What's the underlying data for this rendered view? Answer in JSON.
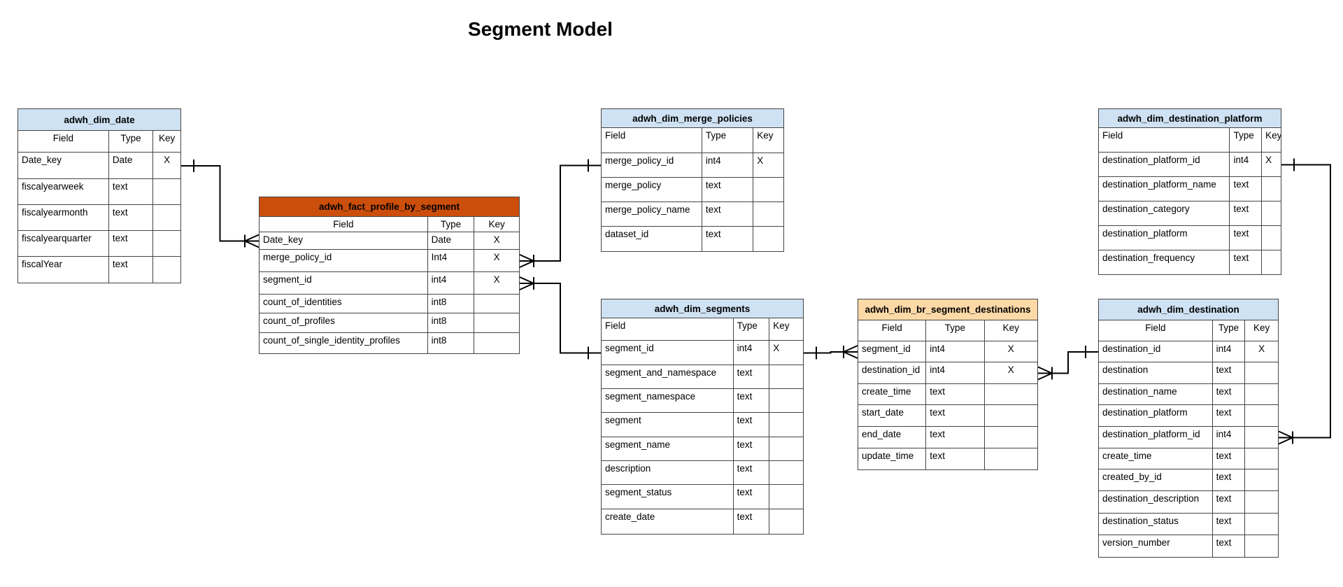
{
  "diagram": {
    "title": "Segment Model",
    "colors": {
      "dim_header": "#cfe2f3",
      "fact_header": "#cc4e0b",
      "bridge_header": "#fdd9a8",
      "border": "#444444",
      "line": "#000000"
    },
    "tables": [
      {
        "name": "adwh_dim_date",
        "style": "dim",
        "columns": [
          "Field",
          "Type",
          "Key"
        ],
        "header_centered": true,
        "rows": [
          [
            "Date_key",
            "Date",
            "X"
          ],
          [
            "fiscalyearweek",
            "text",
            ""
          ],
          [
            "fiscalyearmonth",
            "text",
            ""
          ],
          [
            "fiscalyearquarter",
            "text",
            ""
          ],
          [
            "fiscalYear",
            "text",
            ""
          ]
        ]
      },
      {
        "name": "adwh_fact_profile_by_segment",
        "style": "fact",
        "columns": [
          "Field",
          "Type",
          "Key"
        ],
        "header_centered": true,
        "rows": [
          [
            "Date_key",
            "Date",
            "X"
          ],
          [
            "merge_policy_id",
            "Int4",
            "X"
          ],
          [
            "segment_id",
            "int4",
            "X"
          ],
          [
            "count_of_identities",
            "int8",
            ""
          ],
          [
            "count_of_profiles",
            "int8",
            ""
          ],
          [
            "count_of_single_identity_profiles",
            "int8",
            ""
          ]
        ]
      },
      {
        "name": "adwh_dim_merge_policies",
        "style": "dim",
        "columns": [
          "Field",
          "Type",
          "Key"
        ],
        "header_centered": false,
        "rows": [
          [
            "merge_policy_id",
            "int4",
            "X"
          ],
          [
            "merge_policy",
            "text",
            ""
          ],
          [
            "merge_policy_name",
            "text",
            ""
          ],
          [
            "dataset_id",
            "text",
            ""
          ]
        ]
      },
      {
        "name": "adwh_dim_segments",
        "style": "dim",
        "columns": [
          "Field",
          "Type",
          "Key"
        ],
        "header_centered": false,
        "rows": [
          [
            "segment_id",
            "int4",
            "X"
          ],
          [
            "segment_and_namespace",
            "text",
            ""
          ],
          [
            "segment_namespace",
            "text",
            ""
          ],
          [
            "segment",
            "text",
            ""
          ],
          [
            "segment_name",
            "text",
            ""
          ],
          [
            "description",
            "text",
            ""
          ],
          [
            "segment_status",
            "text",
            ""
          ],
          [
            "create_date",
            "text",
            ""
          ]
        ]
      },
      {
        "name": "adwh_dim_br_segment_destinations",
        "style": "bridge",
        "columns": [
          "Field",
          "Type",
          "Key"
        ],
        "header_centered": true,
        "rows": [
          [
            "segment_id",
            "int4",
            "X"
          ],
          [
            "destination_id",
            "int4",
            "X"
          ],
          [
            "create_time",
            "text",
            ""
          ],
          [
            "start_date",
            "text",
            ""
          ],
          [
            "end_date",
            "text",
            ""
          ],
          [
            "update_time",
            "text",
            ""
          ]
        ]
      },
      {
        "name": "adwh_dim_destination_platform",
        "style": "dim",
        "columns": [
          "Field",
          "Type",
          "Key"
        ],
        "header_centered": false,
        "rows": [
          [
            "destination_platform_id",
            "int4",
            "X"
          ],
          [
            "destination_platform_name",
            "text",
            ""
          ],
          [
            "destination_category",
            "text",
            ""
          ],
          [
            "destination_platform",
            "text",
            ""
          ],
          [
            "destination_frequency",
            "text",
            ""
          ]
        ]
      },
      {
        "name": "adwh_dim_destination",
        "style": "dim",
        "columns": [
          "Field",
          "Type",
          "Key"
        ],
        "header_centered": true,
        "rows": [
          [
            "destination_id",
            "int4",
            "X"
          ],
          [
            "destination",
            "text",
            ""
          ],
          [
            "destination_name",
            "text",
            ""
          ],
          [
            "destination_platform",
            "text",
            ""
          ],
          [
            "destination_platform_id",
            "int4",
            ""
          ],
          [
            "create_time",
            "text",
            ""
          ],
          [
            "created_by_id",
            "text",
            ""
          ],
          [
            "destination_description",
            "text",
            ""
          ],
          [
            "destination_status",
            "text",
            ""
          ],
          [
            "version_number",
            "text",
            ""
          ]
        ]
      }
    ],
    "relationships": [
      {
        "one": "adwh_dim_date.Date_key",
        "many": "adwh_fact_profile_by_segment.Date_key"
      },
      {
        "one": "adwh_dim_merge_policies.merge_policy_id",
        "many": "adwh_fact_profile_by_segment.merge_policy_id"
      },
      {
        "one": "adwh_dim_segments.segment_id",
        "many": "adwh_fact_profile_by_segment.segment_id"
      },
      {
        "one": "adwh_dim_segments.segment_id",
        "many": "adwh_dim_br_segment_destinations.segment_id"
      },
      {
        "one": "adwh_dim_destination.destination_id",
        "many": "adwh_dim_br_segment_destinations.destination_id"
      },
      {
        "one": "adwh_dim_destination_platform.destination_platform_id",
        "many": "adwh_dim_destination.destination_platform_id"
      }
    ]
  }
}
